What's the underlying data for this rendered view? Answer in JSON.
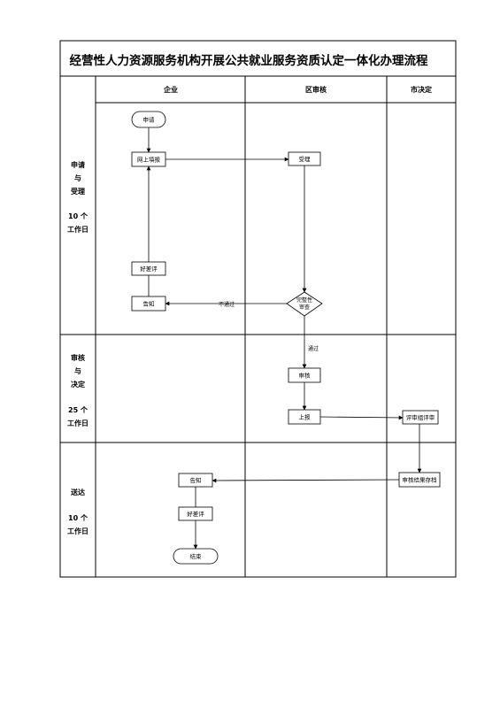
{
  "title": "经营性人力资源服务机构开展公共就业服务资质认定一体化办理流程",
  "columns": {
    "enterprise": "企业",
    "district": "区审核",
    "city": "市决定"
  },
  "lanes": {
    "apply": {
      "l1": "申请",
      "l2": "与",
      "l3": "受理",
      "days": "10 个",
      "unit": "工作日"
    },
    "review": {
      "l1": "审核",
      "l2": "与",
      "l3": "决定",
      "days": "25 个",
      "unit": "工作日"
    },
    "deliver": {
      "l1": "送达",
      "days": "10 个",
      "unit": "工作日"
    }
  },
  "nodes": {
    "apply": "申请",
    "online_fill": "网上填报",
    "accept": "受理",
    "rating1": "好差评",
    "notify1": "告知",
    "decision_l1": "完整性",
    "decision_l2": "审查",
    "audit": "审核",
    "report": "上报",
    "expert_review": "评审组评审",
    "archive": "审核结果存档",
    "notify2": "告知",
    "rating2": "好差评",
    "end": "结束"
  },
  "edge_labels": {
    "fail": "不通过",
    "pass": "通过"
  }
}
